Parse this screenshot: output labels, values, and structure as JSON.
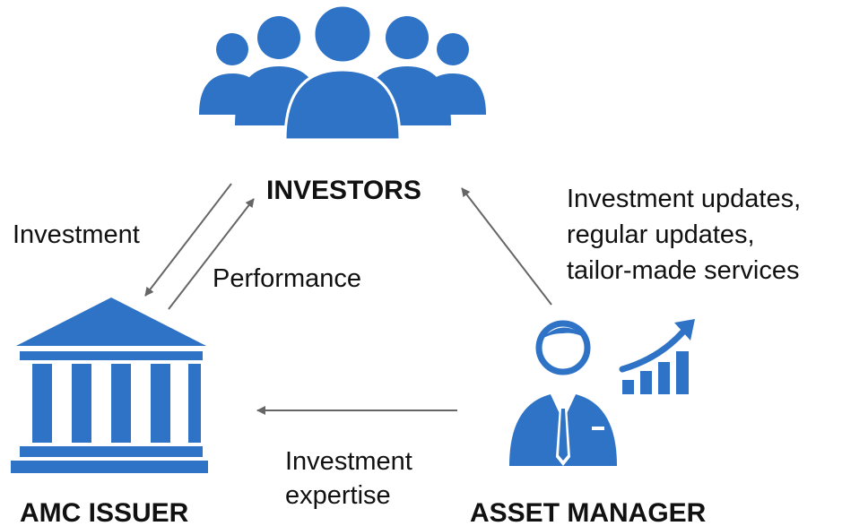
{
  "nodes": {
    "investors": "INVESTORS",
    "amc_issuer": "AMC ISSUER",
    "asset_manager": "ASSET MANAGER"
  },
  "edges": {
    "investment": "Investment",
    "performance": "Performance",
    "asset_manager_updates": [
      "Investment updates,",
      "regular updates,",
      "tailor-made services"
    ],
    "investment_expertise": [
      "Investment",
      "expertise"
    ]
  },
  "icons": {
    "investors": "group-of-people-icon",
    "amc_issuer": "bank-building-icon",
    "asset_manager": "businessman-growth-chart-icon"
  },
  "colors": {
    "icon_blue": "#2f73c6",
    "arrow_gray": "#666666",
    "text": "#111111"
  }
}
